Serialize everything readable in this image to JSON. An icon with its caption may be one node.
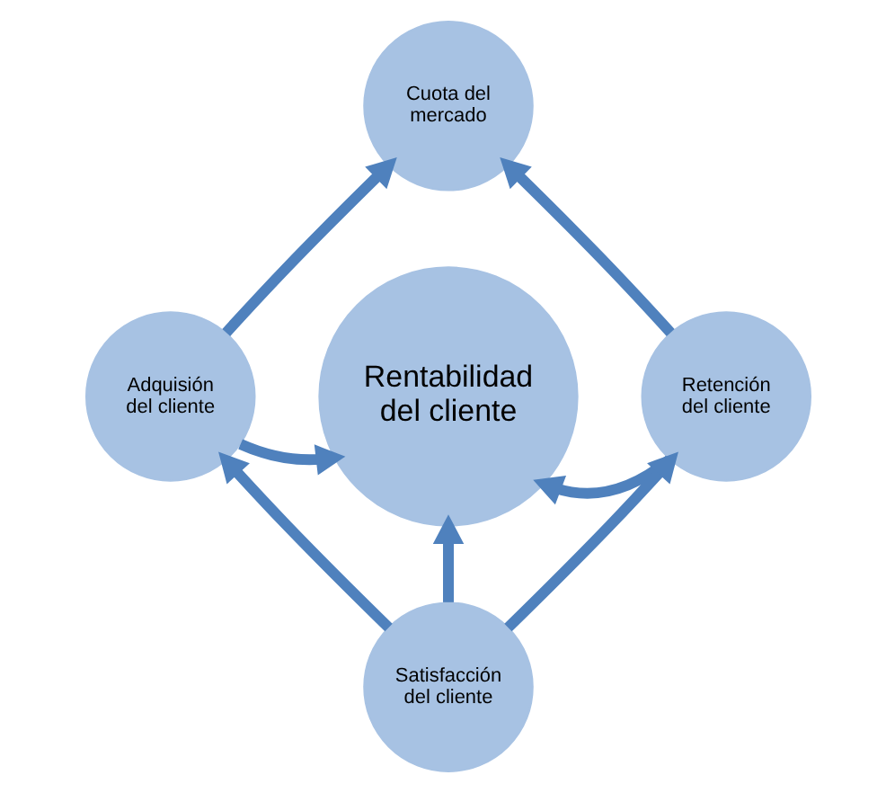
{
  "diagram": {
    "nodes": [
      {
        "text": [
          "Cuota del mercado"
        ]
      },
      {
        "text": [
          "Adquisión del cliente"
        ]
      },
      {
        "text": [
          "Rentabilidad del cliente"
        ]
      },
      {
        "text": [
          "Retención del cliente"
        ]
      },
      {
        "text": [
          "Satisfacción del cliente"
        ]
      }
    ],
    "edges": [
      {
        "from": 1,
        "to": 0,
        "arrow": "to"
      },
      {
        "from": 3,
        "to": 0,
        "arrow": "to"
      },
      {
        "from": 1,
        "to": 2,
        "arrow": "to"
      },
      {
        "from": 3,
        "to": 2,
        "arrow": "to"
      },
      {
        "from": 4,
        "to": 2,
        "arrow": "to"
      },
      {
        "from": 4,
        "to": 1,
        "arrow": "to"
      },
      {
        "from": 4,
        "to": 3,
        "arrow": "to"
      }
    ]
  }
}
